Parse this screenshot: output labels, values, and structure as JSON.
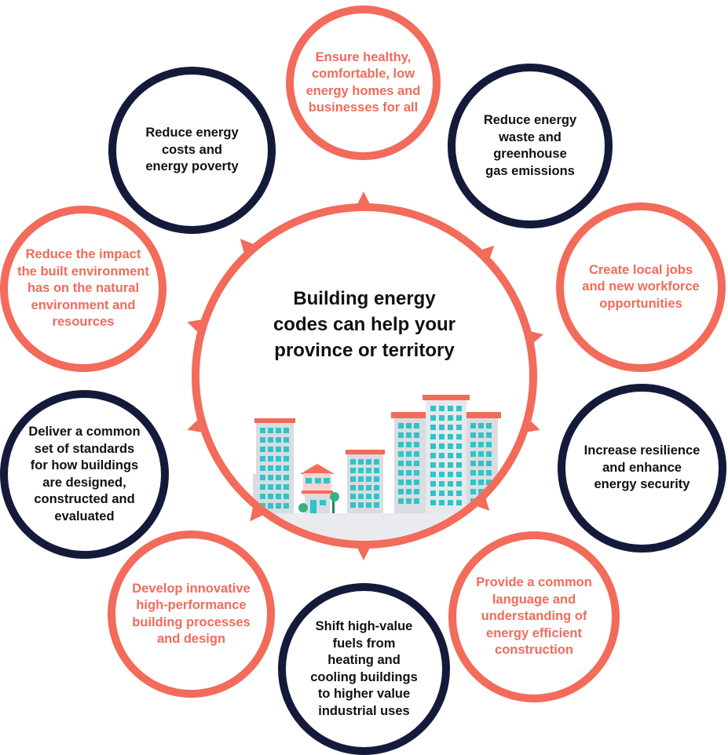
{
  "center": {
    "title": "Building energy\ncodes can help your\nprovince or territory"
  },
  "benefits": [
    {
      "text": "Ensure healthy,\ncomfortable, low\nenergy homes and\nbusinesses for all",
      "style": "coral"
    },
    {
      "text": "Reduce energy\nwaste and\ngreenhouse\ngas emissions",
      "style": "dark"
    },
    {
      "text": "Create local jobs\nand new workforce\nopportunities",
      "style": "coral"
    },
    {
      "text": "Increase resilience\nand enhance\nenergy security",
      "style": "dark"
    },
    {
      "text": "Provide a common\nlanguage and\nunderstanding of\nenergy efficient\nconstruction",
      "style": "coral"
    },
    {
      "text": "Shift high-value\nfuels from\nheating and\ncooling buildings\nto higher value\nindustrial uses",
      "style": "dark"
    },
    {
      "text": "Develop innovative\nhigh-performance\nbuilding processes\nand design",
      "style": "coral"
    },
    {
      "text": "Deliver a common\nset of standards\nfor how buildings\nare designed,\nconstructed and\nevaluated",
      "style": "dark"
    },
    {
      "text": "Reduce the impact\nthe built environment\nhas on the natural\nenvironment and\nresources",
      "style": "coral"
    },
    {
      "text": "Reduce energy\ncosts and\nenergy poverty",
      "style": "dark"
    }
  ],
  "colors": {
    "accent": "#f26b5b",
    "navy": "#141a3a",
    "building_teal": "#2ec4c9",
    "building_grey": "#d9dde1"
  },
  "icons": [
    "arrow-icon",
    "city-skyline-illustration"
  ]
}
